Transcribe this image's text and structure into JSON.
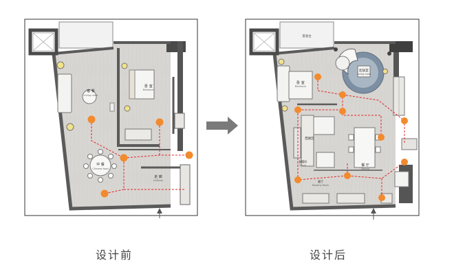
{
  "captions": {
    "before": "设计前",
    "after": "设计后"
  },
  "before_plan": {
    "rooms": [
      {
        "name": "客 餐",
        "sub": "Living room"
      },
      {
        "name": "卧 室",
        "sub": "Bedroom"
      },
      {
        "name": "中 餐",
        "sub": "Chinese food"
      },
      {
        "name": "走 廊",
        "sub": "Hallway"
      }
    ]
  },
  "after_plan": {
    "rooms": [
      {
        "name": "卧 室",
        "sub": "Bedroom"
      },
      {
        "name": "起居室",
        "sub": "Living room"
      },
      {
        "name": "西厨区",
        "sub": ""
      },
      {
        "name": "餐 厅",
        "sub": "Dining"
      },
      {
        "name": "客厅",
        "sub": "Reading Room"
      },
      {
        "name": "衣帽间",
        "sub": "Closet"
      },
      {
        "name": "景观台",
        "sub": ""
      }
    ]
  },
  "colors": {
    "wall": "#5a5a5a",
    "floor": "#d6d4d1",
    "route_dot": "#f28a2e",
    "route_line": "#e0262b",
    "arrow": "#7a7a7a"
  },
  "icons": {
    "arrow": "right-arrow-icon",
    "entrance": "entrance-marker-icon"
  }
}
